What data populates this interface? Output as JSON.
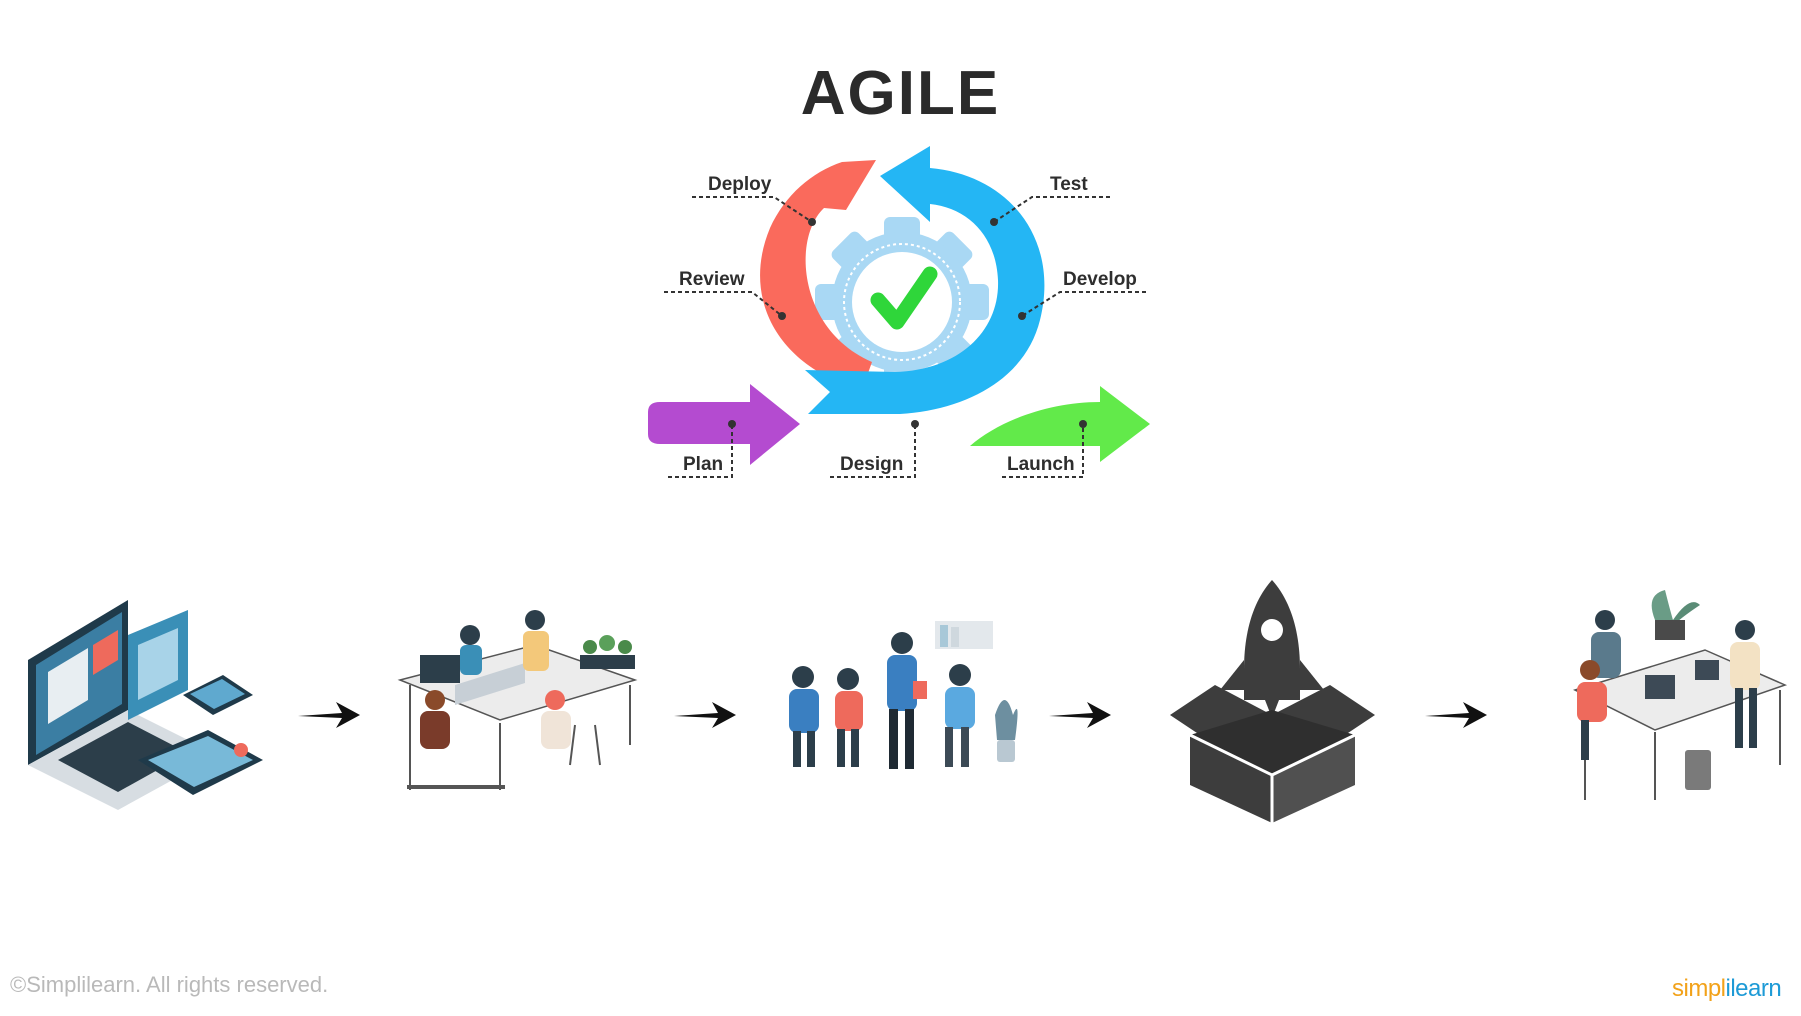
{
  "diagram": {
    "title": "AGILE",
    "stages": {
      "deploy": "Deploy",
      "test": "Test",
      "review": "Review",
      "develop": "Develop",
      "plan": "Plan",
      "design": "Design",
      "launch": "Launch"
    },
    "colors": {
      "left_arc": "#fa6a5c",
      "right_arc": "#24b6f4",
      "plan_arrow": "#b44bd0",
      "launch_arrow": "#62ea4a",
      "gear": "#a9d8f4",
      "check": "#2fd63a"
    }
  },
  "flow": {
    "steps": [
      {
        "icon": "laptop-devices-illustration"
      },
      {
        "icon": "office-team-illustration"
      },
      {
        "icon": "team-meeting-illustration"
      },
      {
        "icon": "rocket-launch-box-icon"
      },
      {
        "icon": "collaborative-workspace-illustration"
      }
    ],
    "arrow_icon": "right-arrow-icon"
  },
  "footer": {
    "copyright": "©Simplilearn. All rights reserved.",
    "brand_part1": "simpl",
    "brand_part2": "ilearn"
  }
}
